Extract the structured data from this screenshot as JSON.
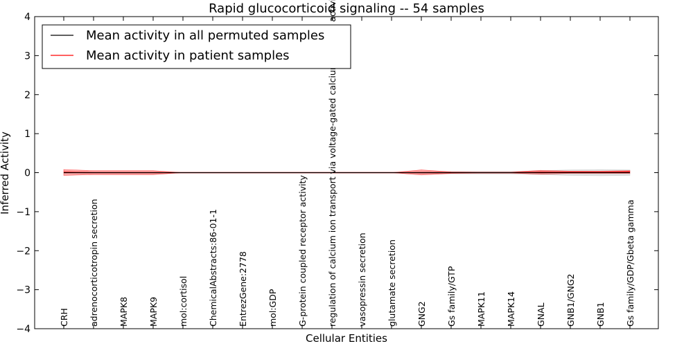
{
  "chart_data": {
    "type": "line",
    "title": "Rapid glucocorticoid signaling -- 54 samples",
    "xlabel": "Cellular Entities",
    "ylabel": "Inferred Activity",
    "ylim": [
      -4,
      4
    ],
    "yticks": [
      -4,
      -3,
      -2,
      -1,
      0,
      1,
      2,
      3,
      4
    ],
    "ytick_labels": [
      "−4",
      "−3",
      "−2",
      "−1",
      "0",
      "1",
      "2",
      "3",
      "4"
    ],
    "grid": false,
    "legend_position": "top-left",
    "categories": [
      "CRH",
      "adrenocorticotropin secretion",
      "MAPK8",
      "MAPK9",
      "mol:cortisol",
      "ChemicalAbstracts:86-01-1",
      "EntrezGene:2778",
      "mol:GDP",
      "G-protein coupled receptor activity",
      "regulation of calcium ion transport via voltage-gated calcium channel activity",
      "vasopressin secretion",
      "glutamate secretion",
      "GNG2",
      "Gs family/GTP",
      "MAPK11",
      "MAPK14",
      "GNAL",
      "GNB1/GNG2",
      "GNB1",
      "Gs family/GDP/Gbeta gamma"
    ],
    "series": [
      {
        "name": "Mean activity in all permuted samples",
        "color": "#000000",
        "values": [
          0.0,
          0.0,
          0.0,
          0.0,
          0.0,
          0.0,
          0.0,
          0.0,
          0.0,
          0.0,
          0.0,
          0.0,
          0.0,
          0.0,
          0.0,
          0.0,
          0.0,
          0.0,
          0.0,
          0.0
        ],
        "band_low": [
          -0.01,
          -0.01,
          -0.01,
          -0.01,
          0.0,
          0.0,
          0.0,
          0.0,
          0.0,
          0.0,
          0.0,
          0.0,
          -0.02,
          -0.03,
          -0.03,
          -0.03,
          -0.05,
          -0.07,
          -0.08,
          -0.07
        ],
        "band_high": [
          0.01,
          0.01,
          0.01,
          0.01,
          0.0,
          0.0,
          0.0,
          0.0,
          0.0,
          0.0,
          0.0,
          0.0,
          0.02,
          0.03,
          0.03,
          0.03,
          0.05,
          0.07,
          0.08,
          0.07
        ],
        "band_color": "#bbbbbb"
      },
      {
        "name": "Mean activity in patient samples",
        "color": "#ff0000",
        "values": [
          0.01,
          0.0,
          0.0,
          0.0,
          0.0,
          0.0,
          0.0,
          0.0,
          0.0,
          0.0,
          0.0,
          0.0,
          0.0,
          0.0,
          0.0,
          0.0,
          0.01,
          0.01,
          0.01,
          0.02
        ],
        "band_low": [
          -0.07,
          -0.05,
          -0.05,
          -0.05,
          0.0,
          0.0,
          0.0,
          0.0,
          0.0,
          0.0,
          0.0,
          0.0,
          -0.06,
          -0.02,
          -0.01,
          -0.01,
          -0.04,
          -0.02,
          -0.02,
          -0.02
        ],
        "band_high": [
          0.08,
          0.05,
          0.05,
          0.05,
          0.0,
          0.0,
          0.0,
          0.0,
          0.0,
          0.0,
          0.0,
          0.0,
          0.07,
          0.02,
          0.01,
          0.01,
          0.06,
          0.04,
          0.04,
          0.05
        ],
        "band_color": "#ff0000"
      }
    ]
  }
}
